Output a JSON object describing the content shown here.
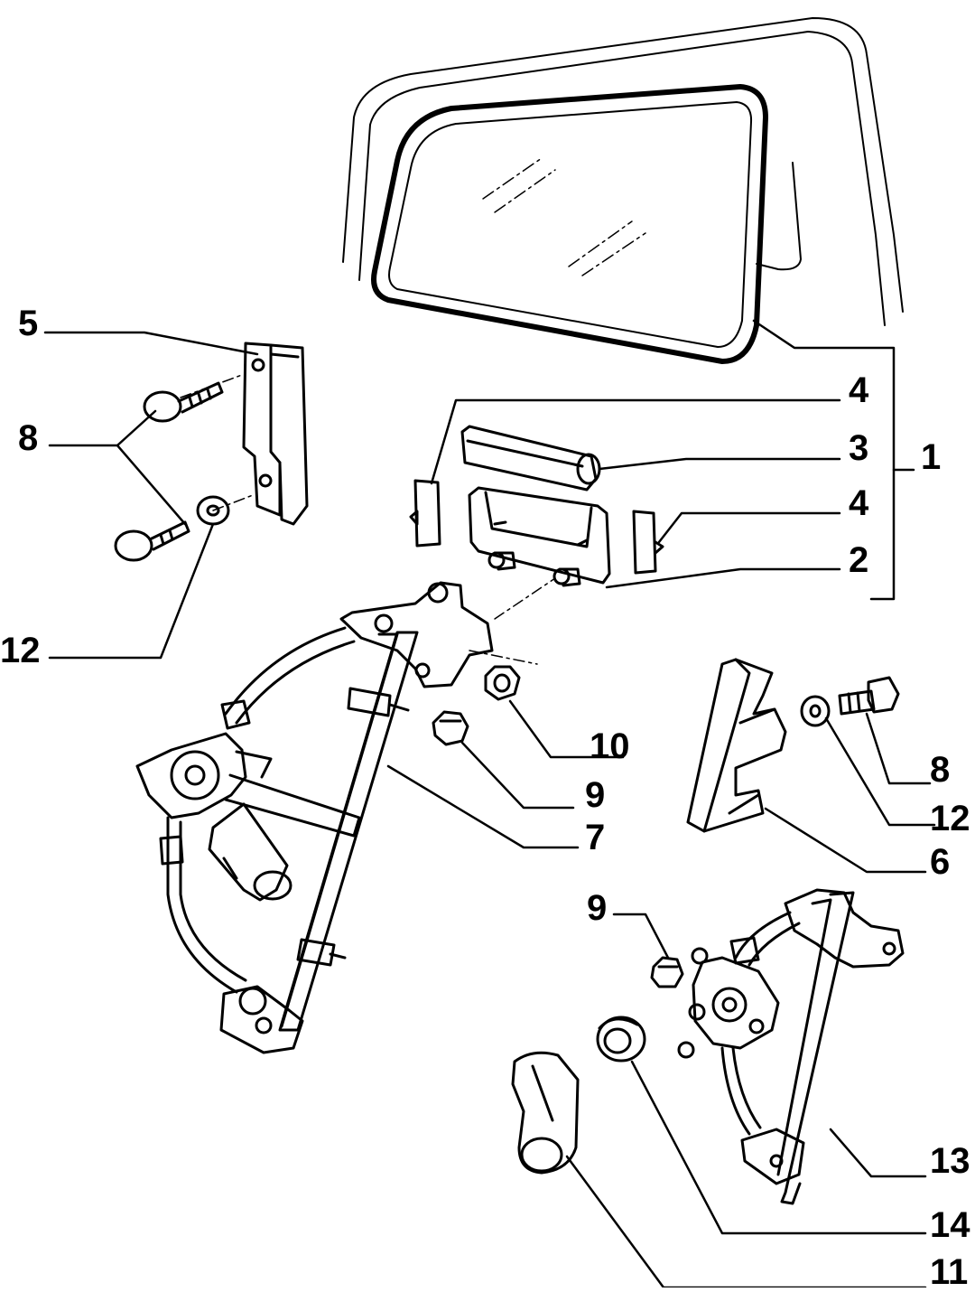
{
  "diagram": {
    "colors": {
      "ink": "#000000",
      "paper": "#ffffff"
    },
    "callouts": [
      {
        "id": "c5",
        "label": "5"
      },
      {
        "id": "c8a",
        "label": "8"
      },
      {
        "id": "c12a",
        "label": "12"
      },
      {
        "id": "c4a",
        "label": "4"
      },
      {
        "id": "c3",
        "label": "3"
      },
      {
        "id": "c1",
        "label": "1"
      },
      {
        "id": "c4b",
        "label": "4"
      },
      {
        "id": "c2",
        "label": "2"
      },
      {
        "id": "c10",
        "label": "10"
      },
      {
        "id": "c9a",
        "label": "9"
      },
      {
        "id": "c7",
        "label": "7"
      },
      {
        "id": "c8b",
        "label": "8"
      },
      {
        "id": "c12b",
        "label": "12"
      },
      {
        "id": "c6",
        "label": "6"
      },
      {
        "id": "c9b",
        "label": "9"
      },
      {
        "id": "c13",
        "label": "13"
      },
      {
        "id": "c14",
        "label": "14"
      },
      {
        "id": "c11",
        "label": "11"
      }
    ]
  }
}
